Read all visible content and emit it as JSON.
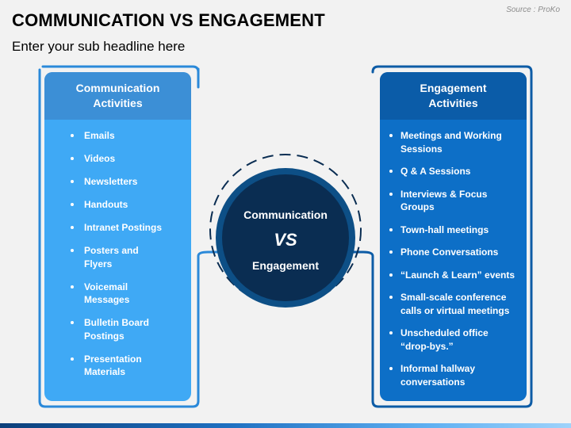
{
  "header": {
    "title": "COMMUNICATION VS ENGAGEMENT",
    "subtitle": "Enter your sub headline here",
    "source": "Source : ProKo"
  },
  "left_panel": {
    "heading": "Communication\nActivities",
    "items": [
      "Emails",
      "Videos",
      "Newsletters",
      "Handouts",
      "Intranet Postings",
      "Posters and\nFlyers",
      "Voicemail\nMessages",
      "Bulletin Board\nPostings",
      "Presentation\nMaterials"
    ]
  },
  "right_panel": {
    "heading": "Engagement\nActivities",
    "items": [
      "Meetings and Working\nSessions",
      "Q & A Sessions",
      "Interviews & Focus\nGroups",
      "Town-hall meetings",
      "Phone Conversations",
      "“Launch & Learn” events",
      "Small-scale conference\ncalls or virtual meetings",
      "Unscheduled office\n“drop-bys.”",
      "Informal hallway\nconversations"
    ]
  },
  "center": {
    "top": "Communication",
    "vs": "VS",
    "bottom": "Engagement"
  },
  "colors": {
    "left_panel": "#3fa9f5",
    "left_header": "#3c8fd6",
    "right_panel": "#0d6fc7",
    "right_header": "#0b5ca8",
    "circle_outer": "#0d4f86",
    "circle_inner": "#0a2d52"
  }
}
